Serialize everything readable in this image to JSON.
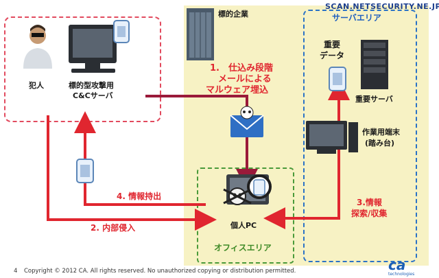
{
  "watermark": "SCAN.NETSECURITY.NE.JP",
  "page_number": "4",
  "copyright": "Copyright © 2012 CA. All rights reserved. No unauthorized copying or distribution permitted.",
  "logo": {
    "mark": "ca",
    "sub": "technologies"
  },
  "zones": {
    "target_company": "標的企業",
    "server_area": "サーバエリア",
    "office_area": "オフィスエリア"
  },
  "nodes": {
    "attacker": "犯人",
    "cc_server_line1": "標的型攻撃用",
    "cc_server_line2": "C&Cサーバ",
    "important_data_line1": "重要",
    "important_data_line2": "データ",
    "important_server": "重要サーバ",
    "work_terminal_line1": "作業用端末",
    "work_terminal_line2": "(踏み台)",
    "personal_pc": "個人PC"
  },
  "steps": {
    "step1_line1": "1.　仕込み段階",
    "step1_line2": "メールによる",
    "step1_line3": "マルウェア埋込",
    "step2": "2. 内部侵入",
    "step3_line1": "3.情報",
    "step3_line2": "探索/収集",
    "step4": "4. 情報持出"
  },
  "colors": {
    "red": "#e0262f",
    "purple": "#9a1a3a",
    "blue": "#2a72c6",
    "green": "#4a9a3a",
    "target_bg": "#f7f2c4"
  }
}
